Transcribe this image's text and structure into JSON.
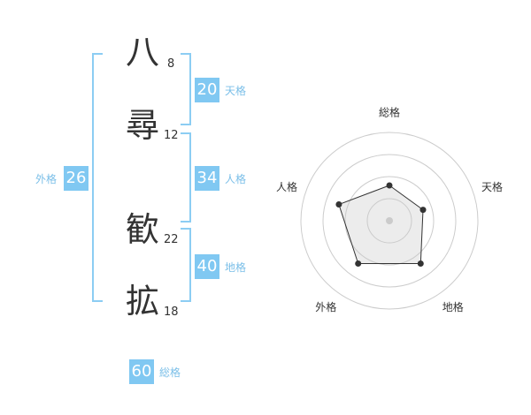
{
  "name_chars": [
    {
      "char": "八",
      "strokes": "8"
    },
    {
      "char": "尋",
      "strokes": "12"
    },
    {
      "char": "歓",
      "strokes": "22"
    },
    {
      "char": "拡",
      "strokes": "18"
    }
  ],
  "scores": {
    "tenkaku": {
      "value": "20",
      "label": "天格"
    },
    "jinkaku": {
      "value": "34",
      "label": "人格"
    },
    "chikaku": {
      "value": "40",
      "label": "地格"
    },
    "gaikaku": {
      "value": "26",
      "label": "外格"
    },
    "soukaku": {
      "value": "60",
      "label": "総格"
    }
  },
  "colors": {
    "accent": "#80c8f2",
    "bracket": "#8ccdf3",
    "label": "#7bbfe8"
  },
  "chart_data": {
    "type": "radar",
    "axes": [
      "総格",
      "天格",
      "地格",
      "外格",
      "人格"
    ],
    "values": [
      2,
      2,
      3,
      3,
      3
    ],
    "max": 5,
    "rings": 4
  }
}
